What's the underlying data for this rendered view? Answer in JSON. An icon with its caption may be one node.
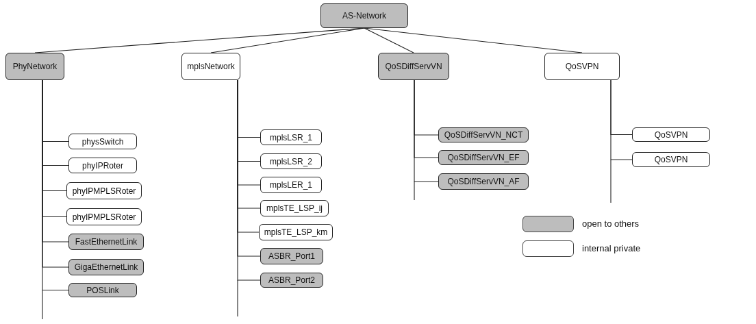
{
  "diagram": {
    "nodes": [
      {
        "text": [
          "AS-Network"
        ]
      },
      {
        "text": [
          "PhyNetwork"
        ]
      },
      {
        "text": [
          "physSwitch"
        ]
      },
      {
        "text": [
          "phyIPRoter"
        ]
      },
      {
        "text": [
          "phyIPMPLSRoter"
        ]
      },
      {
        "text": [
          "phyIPMPLSRoter"
        ]
      },
      {
        "text": [
          "FastEthernetLink"
        ]
      },
      {
        "text": [
          "GigaEthernetLink"
        ]
      },
      {
        "text": [
          "POSLink"
        ]
      },
      {
        "text": [
          "mplsNetwork"
        ]
      },
      {
        "text": [
          "mplsLSR_1"
        ]
      },
      {
        "text": [
          "mplsLSR_2"
        ]
      },
      {
        "text": [
          "mplsLER_1"
        ]
      },
      {
        "text": [
          "mplsTE_LSP_ij"
        ]
      },
      {
        "text": [
          "mplsTE_LSP_km"
        ]
      },
      {
        "text": [
          "ASBR_Port1"
        ]
      },
      {
        "text": [
          "ASBR_Port2"
        ]
      },
      {
        "text": [
          "QoSDiffServVN"
        ]
      },
      {
        "text": [
          "QoSDiffServVN_NCT"
        ]
      },
      {
        "text": [
          "QoSDiffServVN_EF"
        ]
      },
      {
        "text": [
          "QoSDiffServVN_AF"
        ]
      },
      {
        "text": [
          "QoSVPN"
        ]
      },
      {
        "text": [
          "QoSVPN"
        ]
      },
      {
        "text": [
          "QoSVPN"
        ]
      }
    ],
    "edges": [
      {
        "from": 0,
        "to": 1,
        "arrow": "none"
      },
      {
        "from": 0,
        "to": 9,
        "arrow": "none"
      },
      {
        "from": 0,
        "to": 17,
        "arrow": "none"
      },
      {
        "from": 0,
        "to": 21,
        "arrow": "none"
      },
      {
        "from": 1,
        "to": 2,
        "arrow": "none"
      },
      {
        "from": 1,
        "to": 3,
        "arrow": "none"
      },
      {
        "from": 1,
        "to": 4,
        "arrow": "none"
      },
      {
        "from": 1,
        "to": 5,
        "arrow": "none"
      },
      {
        "from": 1,
        "to": 6,
        "arrow": "none"
      },
      {
        "from": 1,
        "to": 7,
        "arrow": "none"
      },
      {
        "from": 1,
        "to": 8,
        "arrow": "none"
      },
      {
        "from": 9,
        "to": 10,
        "arrow": "none"
      },
      {
        "from": 9,
        "to": 11,
        "arrow": "none"
      },
      {
        "from": 9,
        "to": 12,
        "arrow": "none"
      },
      {
        "from": 9,
        "to": 13,
        "arrow": "none"
      },
      {
        "from": 9,
        "to": 14,
        "arrow": "none"
      },
      {
        "from": 9,
        "to": 15,
        "arrow": "none"
      },
      {
        "from": 9,
        "to": 16,
        "arrow": "none"
      },
      {
        "from": 17,
        "to": 18,
        "arrow": "none"
      },
      {
        "from": 17,
        "to": 19,
        "arrow": "none"
      },
      {
        "from": 17,
        "to": 20,
        "arrow": "none"
      },
      {
        "from": 21,
        "to": 22,
        "arrow": "none"
      },
      {
        "from": 21,
        "to": 23,
        "arrow": "none"
      }
    ],
    "legend": [
      {
        "text": "open to others",
        "color": "#bdbdbd"
      },
      {
        "text": "internal private",
        "color": "#ffffff"
      }
    ]
  }
}
